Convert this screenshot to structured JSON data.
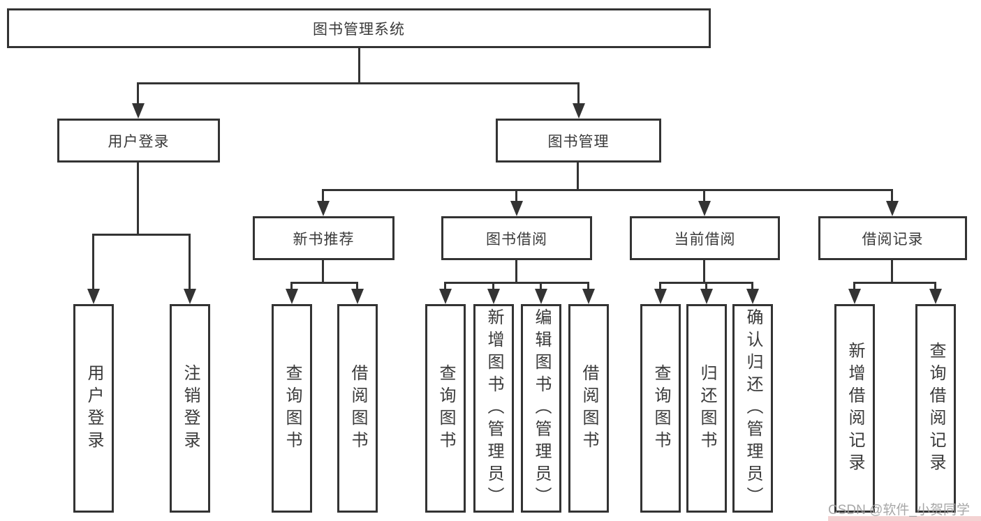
{
  "nodes": {
    "root": "图书管理系统",
    "user_login": "用户登录",
    "book_mgmt": "图书管理",
    "new_rec": "新书推荐",
    "book_borrow": "图书借阅",
    "cur_borrow": "当前借阅",
    "borrow_rec": "借阅记录",
    "leaf_user_login": "用户登录",
    "leaf_logout": "注销登录",
    "leaf_nr_query": "查询图书",
    "leaf_nr_borrow": "借阅图书",
    "leaf_bb_query": "查询图书",
    "leaf_bb_add": "新增图书（管理员）",
    "leaf_bb_edit": "编辑图书（管理员）",
    "leaf_bb_borrow": "借阅图书",
    "leaf_cb_query": "查询图书",
    "leaf_cb_return": "归还图书",
    "leaf_cb_confirm": "确认归还（管理员）",
    "leaf_br_add": "新增借阅记录",
    "leaf_br_query": "查询借阅记录"
  },
  "watermark": "CSDN @软件_小贺同学",
  "colors": {
    "line": "#333333",
    "text": "#3a3a3a",
    "watermark": "#9e9e9e",
    "background": "#ffffff"
  }
}
